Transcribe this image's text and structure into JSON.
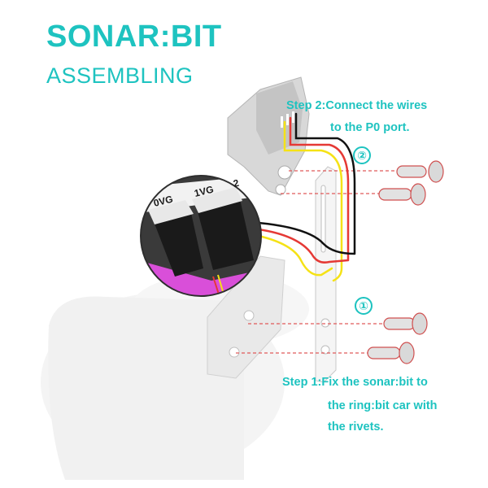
{
  "title": "SONAR:BIT",
  "subtitle": "ASSEMBLING",
  "colors": {
    "accent": "#1ec3c0",
    "wire_red": "#e53935",
    "wire_yellow": "#f5e216",
    "wire_black": "#111111",
    "board_magenta": "#d94fd9",
    "rivet": "#c8c8c8"
  },
  "steps": [
    {
      "number": "①",
      "prefix": "Step 1:",
      "lines": [
        "Fix the sonar:bit to",
        "the ring:bit car with",
        "the rivets."
      ]
    },
    {
      "number": "②",
      "prefix": "Step 2:",
      "lines": [
        "Connect the wires",
        "to the P0 port."
      ]
    }
  ],
  "port_labels": [
    "0VG",
    "1VG",
    "2"
  ]
}
